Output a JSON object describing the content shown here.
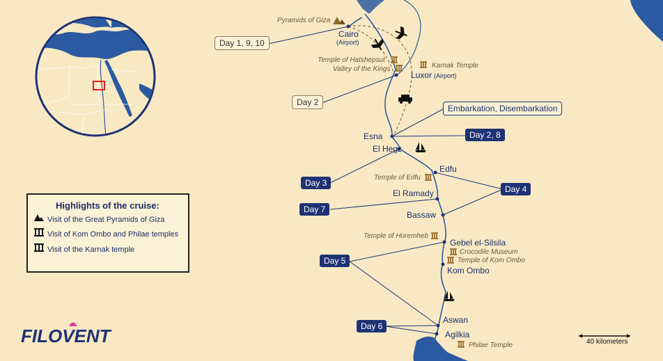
{
  "colors": {
    "background": "#f8e9c4",
    "water": "#2b5aa0",
    "navy": "#1e3274",
    "route": "#2b5aa0",
    "highlight": "#e02020"
  },
  "cities": {
    "cairo": "Cairo",
    "cairo_sub": "(Airport)",
    "luxor": "Luxor",
    "luxor_sub": "(Airport)",
    "esna": "Esna",
    "el_hegz": "El Hegz",
    "edfu": "Edfu",
    "el_ramady": "El Ramady",
    "bassaw": "Bassaw",
    "gebel": "Gebel el-Silsila",
    "kom_ombo": "Kom Ombo",
    "aswan": "Aswan",
    "agilkia": "Agilkia"
  },
  "sites": {
    "giza": "Pyramids of Giza",
    "hatshepsut": "Temple of Hatshepsut",
    "valley": "Valley of the Kings",
    "karnak": "Karnak Temple",
    "edfu_temple": "Temple of Edfu",
    "horemheb": "Temple of Horemheb",
    "crocodile": "Crocodile Museum",
    "kom_ombo_temple": "Temple of Kom Ombo",
    "philae": "Philae Temple"
  },
  "callouts": {
    "day_1_9_10": "Day 1, 9, 10",
    "day_2_left": "Day 2",
    "embark": "Embarkation, Disembarkation",
    "day_2_8": "Day 2, 8",
    "day_3": "Day 3",
    "day_4": "Day 4",
    "day_7": "Day 7",
    "day_5": "Day 5",
    "day_6": "Day 6"
  },
  "legend": {
    "title": "Highlights of the cruise:",
    "items": [
      {
        "icon": "pyramid-icon",
        "text": "Visit of the Great Pyramids of Giza"
      },
      {
        "icon": "temple-icon",
        "text": "Visit of Kom Ombo and Philae temples"
      },
      {
        "icon": "temple-icon",
        "text": "Visit of the Karnak temple"
      }
    ]
  },
  "brand": "FILOVENT",
  "scale": "40 kilometers"
}
